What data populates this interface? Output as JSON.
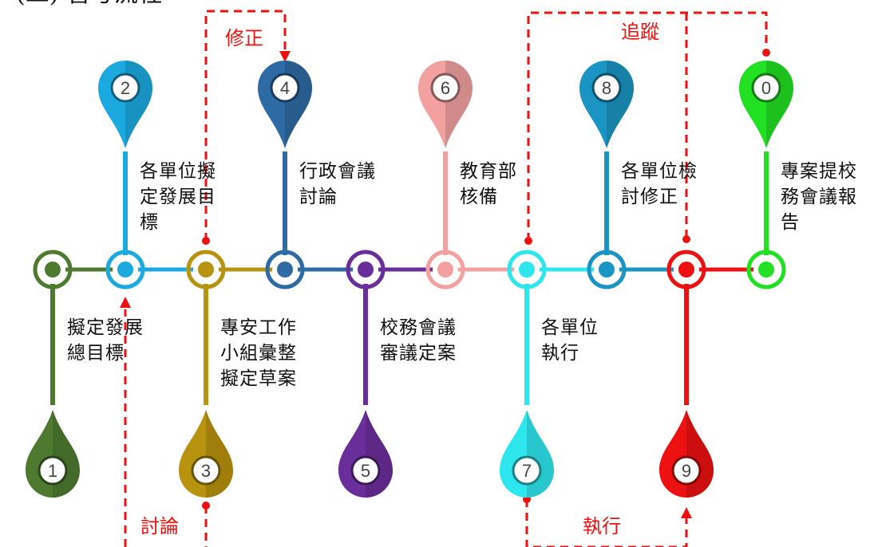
{
  "header": {
    "title": "(二) 管考流程"
  },
  "steps": [
    {
      "id": "step-1",
      "number": "1",
      "lines": [
        "擬定發展",
        "總目標"
      ],
      "color": "#4e7a30",
      "position": "bottom"
    },
    {
      "id": "step-2",
      "number": "2",
      "lines": [
        "各單位擬",
        "定發展目",
        "標"
      ],
      "color": "#1ca9e0",
      "position": "top"
    },
    {
      "id": "step-3",
      "number": "3",
      "lines": [
        "專安工作",
        "小組彙整",
        "擬定草案"
      ],
      "color": "#b8930f",
      "position": "bottom"
    },
    {
      "id": "step-4",
      "number": "4",
      "lines": [
        "行政會議",
        "討論"
      ],
      "color": "#2e6aa3",
      "position": "top"
    },
    {
      "id": "step-5",
      "number": "5",
      "lines": [
        "校務會議",
        "審議定案"
      ],
      "color": "#6a2e9a",
      "position": "bottom"
    },
    {
      "id": "step-6",
      "number": "6",
      "lines": [
        "教育部",
        "核備"
      ],
      "color": "#f2a0a0",
      "position": "top"
    },
    {
      "id": "step-7",
      "number": "7",
      "lines": [
        "各單位",
        "執行"
      ],
      "color": "#2de6ee",
      "position": "bottom"
    },
    {
      "id": "step-8",
      "number": "8",
      "lines": [
        "各單位檢",
        "討修正"
      ],
      "color": "#1a94c2",
      "position": "top"
    },
    {
      "id": "step-9",
      "number": "9",
      "lines": [],
      "color": "#ee1111",
      "position": "bottom"
    },
    {
      "id": "step-0",
      "number": "0",
      "lines": [
        "專案提校",
        "務會議報",
        "告"
      ],
      "color": "#22e022",
      "position": "top"
    }
  ],
  "flow_labels": {
    "revise": "修正",
    "track": "追蹤",
    "discuss": "討論",
    "execute": "執行"
  },
  "colors": {
    "dashed": "#ee1111",
    "label_text": "#111111"
  }
}
